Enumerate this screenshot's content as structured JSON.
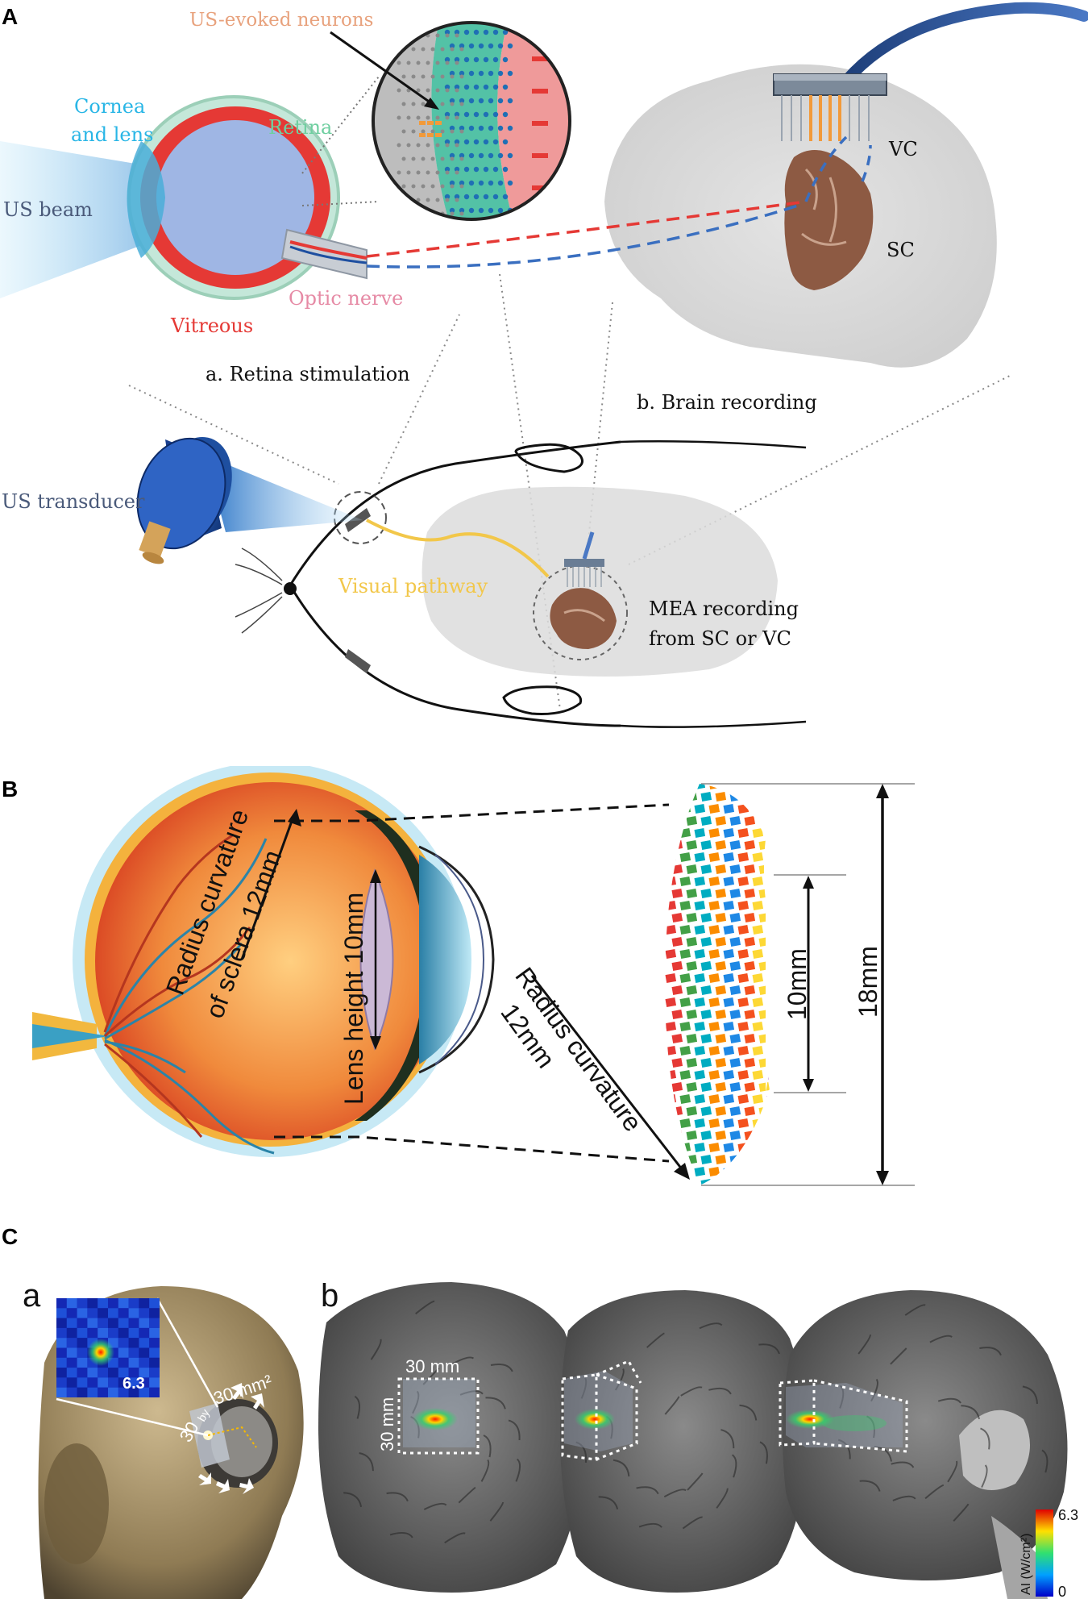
{
  "panelA": {
    "letter": "A",
    "us_evoked_neurons": "US-evoked neurons",
    "cornea_line1": "Cornea",
    "cornea_line2": "and lens",
    "retina": "Retina",
    "us_beam": "US beam",
    "vitreous": "Vitreous",
    "optic_nerve": "Optic nerve",
    "vc": "VC",
    "sc": "SC",
    "retina_stimulation": "a. Retina stimulation",
    "brain_recording": "b. Brain recording",
    "us_transducer": "US transducer",
    "visual_pathway": "Visual pathway",
    "mea_line1": "MEA recording",
    "mea_line2": "from SC or VC"
  },
  "panelB": {
    "letter": "B",
    "radius_sclera_line1": "Radius curvature",
    "radius_sclera_line2": "of sclera 12mm",
    "lens_height": "Lens height 10mm",
    "radius_curvature": "Radius curvature",
    "radius_12mm": "12mm",
    "dim_10mm": "10mm",
    "dim_18mm": "18mm"
  },
  "panelC": {
    "letter": "C",
    "sub_a": "a",
    "sub_b": "b",
    "inset_value": "6.3",
    "area_label_30": "30",
    "area_label_by": "by",
    "area_label_rest": "30 mm²",
    "width_label": "30 mm",
    "height_label": "30 mm",
    "colorbar_max": "6.3",
    "colorbar_min": "0",
    "colorbar_label": "AI (W/cm²)"
  }
}
